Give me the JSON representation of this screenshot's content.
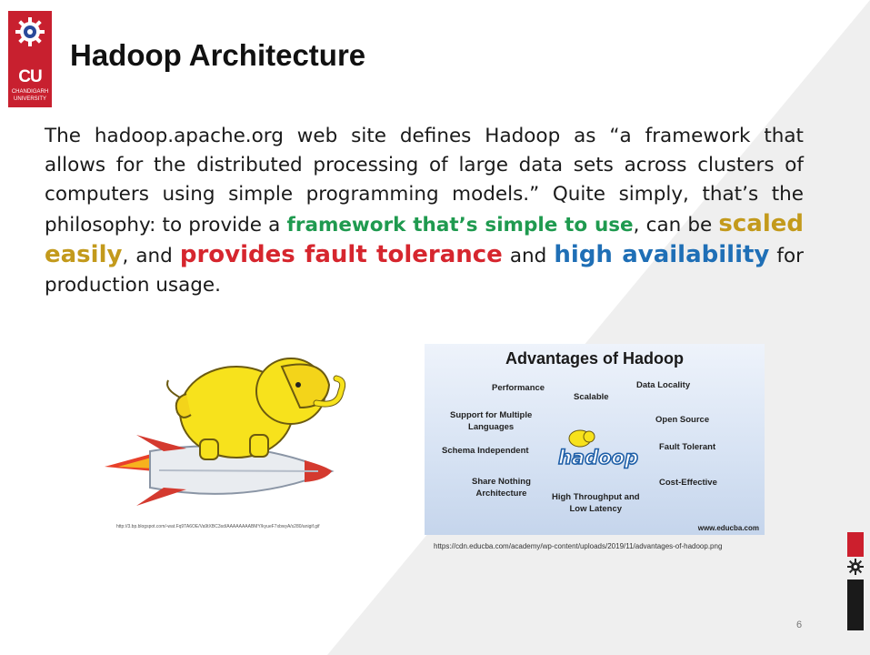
{
  "slide": {
    "title": "Hadoop Architecture",
    "page_number": "6"
  },
  "logo": {
    "abbr": "CU",
    "name_line1": "CHANDIGARH",
    "name_line2": "UNIVERSITY"
  },
  "paragraph": {
    "part1": "The hadoop.apache.org web site defines Hadoop as “a framework that allows for the distributed processing of large data sets across clusters of computers using simple programming models.” Quite simply, that’s the philosophy: to provide a ",
    "hl_green": "framework that’s simple to use",
    "part2": ", can be ",
    "hl_gold": "scaled easily",
    "part3": ", and ",
    "hl_red": "provides fault tolerance",
    "part4": " and ",
    "hl_blue": "high availability",
    "part5": " for production usage."
  },
  "images": {
    "left_caption": "http://3.bp.blogspot.com/-wat.Fq9TA6OE/Va9tXBC3sd/AAAAAAAABMY/kyueF7xbwyA/s280/anigif.gif",
    "right_caption": "https://cdn.educba.com/academy/wp-content/uploads/2019/11/advantages-of-hadoop.png"
  },
  "advantages": {
    "title": "Advantages of Hadoop",
    "performance": "Performance",
    "scalable": "Scalable",
    "data_locality": "Data Locality",
    "support_multiple": "Support for Multiple\nLanguages",
    "open_source": "Open Source",
    "schema_independent": "Schema Independent",
    "fault_tolerant": "Fault Tolerant",
    "share_nothing": "Share Nothing\nArchitecture",
    "cost_effective": "Cost-Effective",
    "high_throughput": "High Throughput and\nLow Latency",
    "logo_text": "hadoop",
    "website": "www.educba.com"
  },
  "colors": {
    "green": "#1f9a4f",
    "gold": "#c39a1c",
    "red": "#d6262e",
    "blue": "#1f6fb6",
    "brand_red": "#c8202f"
  }
}
